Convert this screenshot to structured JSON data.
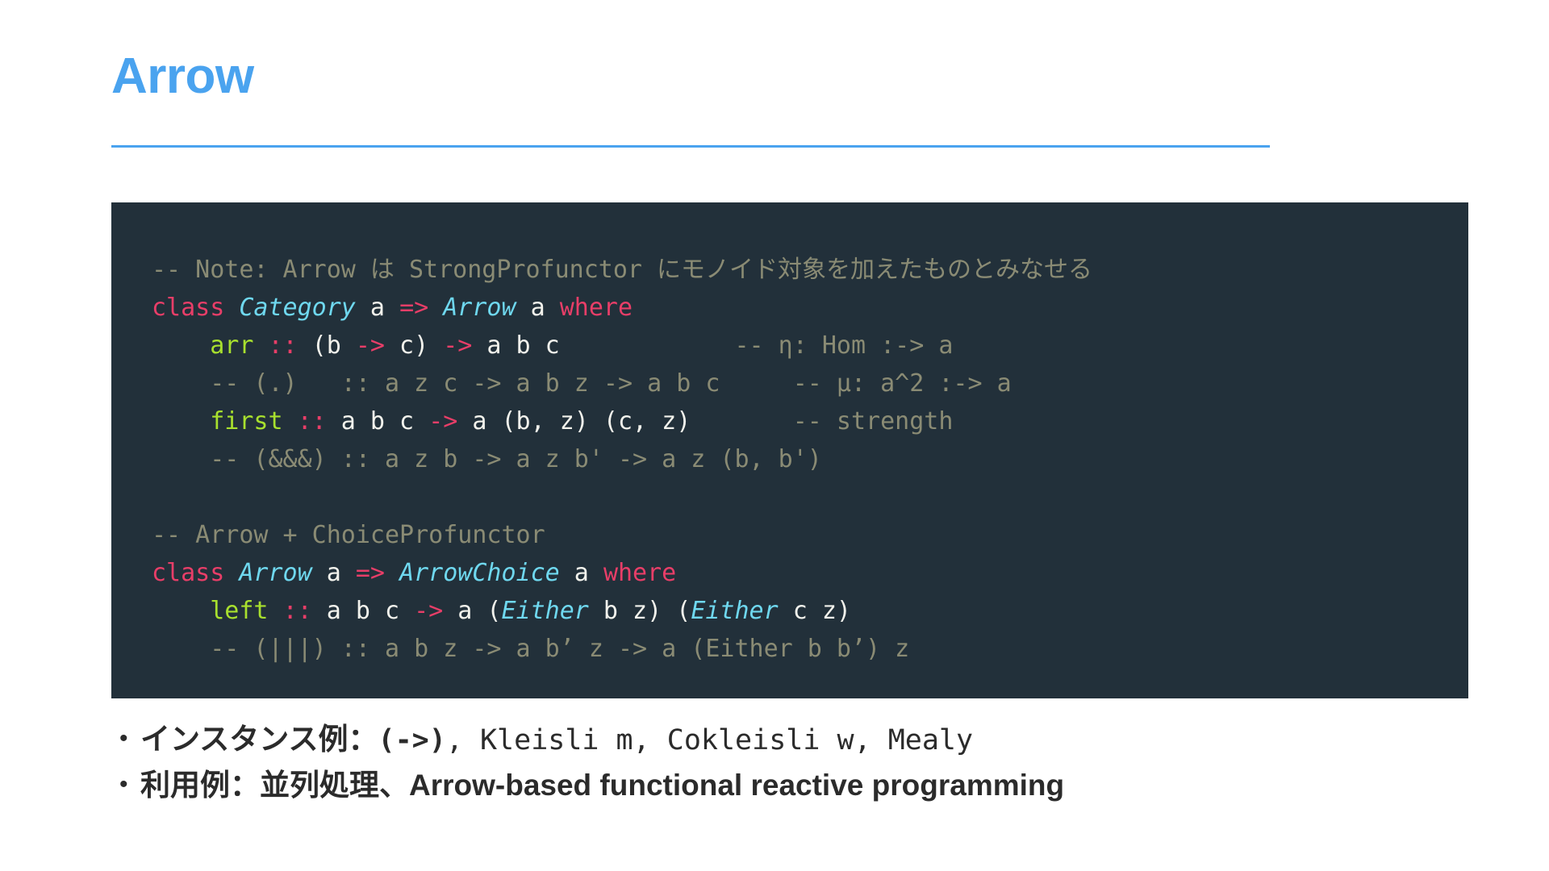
{
  "slide": {
    "title": "Arrow",
    "accent_color": "#4aa3ef",
    "background_color": "#ffffff"
  },
  "code_block": {
    "background_color": "#22303a",
    "colors": {
      "keyword": "#e83e68",
      "type": "#6fd8ef",
      "function": "#a8e02e",
      "plain": "#f2f2ec",
      "comment": "#8a8b74"
    },
    "lines": [
      {
        "id": "line-note",
        "text": "-- Note: Arrow は StrongProfunctor にモノイド対象を加えたものとみなせる",
        "tokens": [
          {
            "t": "-- Note: Arrow は StrongProfunctor にモノイド対象を加えたものとみなせる",
            "c": "comment"
          }
        ]
      },
      {
        "id": "line-class-arrow",
        "text": "class Category a => Arrow a where",
        "tokens": [
          {
            "t": "class ",
            "c": "kw"
          },
          {
            "t": "Category",
            "c": "type"
          },
          {
            "t": " a ",
            "c": "plain"
          },
          {
            "t": "=>",
            "c": "kw"
          },
          {
            "t": " ",
            "c": "plain"
          },
          {
            "t": "Arrow",
            "c": "type"
          },
          {
            "t": " a ",
            "c": "plain"
          },
          {
            "t": "where",
            "c": "kw"
          }
        ]
      },
      {
        "id": "line-arr",
        "text": "    arr :: (b -> c) -> a b c            -- η: Hom :-> a",
        "tokens": [
          {
            "t": "    ",
            "c": "plain"
          },
          {
            "t": "arr",
            "c": "fn"
          },
          {
            "t": " ",
            "c": "plain"
          },
          {
            "t": "::",
            "c": "kw"
          },
          {
            "t": " (b ",
            "c": "plain"
          },
          {
            "t": "->",
            "c": "kw"
          },
          {
            "t": " c) ",
            "c": "plain"
          },
          {
            "t": "->",
            "c": "kw"
          },
          {
            "t": " a b c            ",
            "c": "plain"
          },
          {
            "t": "-- η: Hom :-> a",
            "c": "comment"
          }
        ]
      },
      {
        "id": "line-compose",
        "text": "    -- (.)   :: a z c -> a b z -> a b c     -- μ: a^2 :-> a",
        "tokens": [
          {
            "t": "    ",
            "c": "plain"
          },
          {
            "t": "-- (.)   :: a z c -> a b z -> a b c     -- μ: a^2 :-> a",
            "c": "comment"
          }
        ]
      },
      {
        "id": "line-first",
        "text": "    first :: a b c -> a (b, z) (c, z)       -- strength",
        "tokens": [
          {
            "t": "    ",
            "c": "plain"
          },
          {
            "t": "first",
            "c": "fn"
          },
          {
            "t": " ",
            "c": "plain"
          },
          {
            "t": "::",
            "c": "kw"
          },
          {
            "t": " a b c ",
            "c": "plain"
          },
          {
            "t": "->",
            "c": "kw"
          },
          {
            "t": " a (b, z) (c, z)       ",
            "c": "plain"
          },
          {
            "t": "-- strength",
            "c": "comment"
          }
        ]
      },
      {
        "id": "line-fanout",
        "text": "    -- (&&&) :: a z b -> a z b' -> a z (b, b')",
        "tokens": [
          {
            "t": "    ",
            "c": "plain"
          },
          {
            "t": "-- (&&&) :: a z b -> a z b' -> a z (b, b')",
            "c": "comment"
          }
        ]
      },
      {
        "id": "line-blank-1",
        "text": "",
        "tokens": []
      },
      {
        "id": "line-comment-choice",
        "text": "-- Arrow + ChoiceProfunctor",
        "tokens": [
          {
            "t": "-- Arrow + ChoiceProfunctor",
            "c": "comment"
          }
        ]
      },
      {
        "id": "line-class-arrowchoice",
        "text": "class Arrow a => ArrowChoice a where",
        "tokens": [
          {
            "t": "class ",
            "c": "kw"
          },
          {
            "t": "Arrow",
            "c": "type"
          },
          {
            "t": " a ",
            "c": "plain"
          },
          {
            "t": "=>",
            "c": "kw"
          },
          {
            "t": " ",
            "c": "plain"
          },
          {
            "t": "ArrowChoice",
            "c": "type"
          },
          {
            "t": " a ",
            "c": "plain"
          },
          {
            "t": "where",
            "c": "kw"
          }
        ]
      },
      {
        "id": "line-left",
        "text": "    left :: a b c -> a (Either b z) (Either c z)",
        "tokens": [
          {
            "t": "    ",
            "c": "plain"
          },
          {
            "t": "left",
            "c": "fn"
          },
          {
            "t": " ",
            "c": "plain"
          },
          {
            "t": "::",
            "c": "kw"
          },
          {
            "t": " a b c ",
            "c": "plain"
          },
          {
            "t": "->",
            "c": "kw"
          },
          {
            "t": " a (",
            "c": "plain"
          },
          {
            "t": "Either",
            "c": "type"
          },
          {
            "t": " b z) (",
            "c": "plain"
          },
          {
            "t": "Either",
            "c": "type"
          },
          {
            "t": " c z)",
            "c": "plain"
          }
        ]
      },
      {
        "id": "line-fanin",
        "text": "    -- (|||) :: a b z -> a b’ z -> a (Either b b’) z",
        "tokens": [
          {
            "t": "    ",
            "c": "plain"
          },
          {
            "t": "-- (|||) :: a b z -> a b’ z -> a (Either b b’) z",
            "c": "comment"
          }
        ]
      }
    ]
  },
  "bullets": [
    {
      "id": "bullet-instances",
      "marker": "•",
      "parts": [
        {
          "t": "インスタンス例：",
          "style": "sans-bold"
        },
        {
          "t": "(->)",
          "style": "mono-bold"
        },
        {
          "t": ", ",
          "style": "mono"
        },
        {
          "t": "Kleisli m, Cokleisli w, Mealy",
          "style": "mono"
        }
      ],
      "plain": "インスタンス例：(->), Kleisli m, Cokleisli w, Mealy"
    },
    {
      "id": "bullet-usage",
      "marker": "•",
      "parts": [
        {
          "t": "利用例：並列処理、Arrow-based functional reactive programming",
          "style": "sans-bold"
        }
      ],
      "plain": "利用例：並列処理、Arrow-based functional reactive programming"
    }
  ]
}
